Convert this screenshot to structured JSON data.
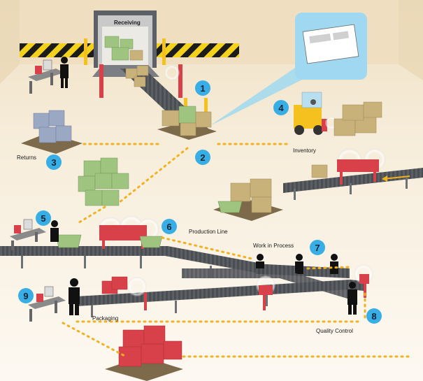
{
  "colors": {
    "background_top": "#efe0c3",
    "background_bottom": "#fbf6ee",
    "floor": "#f7eddc",
    "conveyor": "#4a4d52",
    "conveyor_leg": "#6d7075",
    "flow_arrow": "#f2b21f",
    "hazard_yellow": "#f4d21b",
    "badge_blue": "#37aee5",
    "rfid_red": "#d9414a",
    "cardboard": "#c9b27a",
    "green_box": "#9fc47f",
    "blue_box": "#9aa8c4",
    "forklift": "#f4c11e",
    "callout": "#9fd8f0"
  },
  "labels": {
    "receiving": "Receiving",
    "returns": "Returns",
    "inventory": "Inventory",
    "production_line": "Production Line",
    "work_in_process": "Work in Process",
    "packaging": "Packaging",
    "quality_control": "Quality Control"
  },
  "steps": [
    "1",
    "2",
    "3",
    "4",
    "5",
    "6",
    "7",
    "8",
    "9"
  ],
  "icons": {
    "worker": "person-silhouette-icon",
    "rfid_reader": "rfid-portal-icon",
    "rfid_signal": "radio-wave-icon",
    "computer": "computer-terminal-icon",
    "forklift": "forklift-icon",
    "tag": "rfid-tag-icon"
  }
}
